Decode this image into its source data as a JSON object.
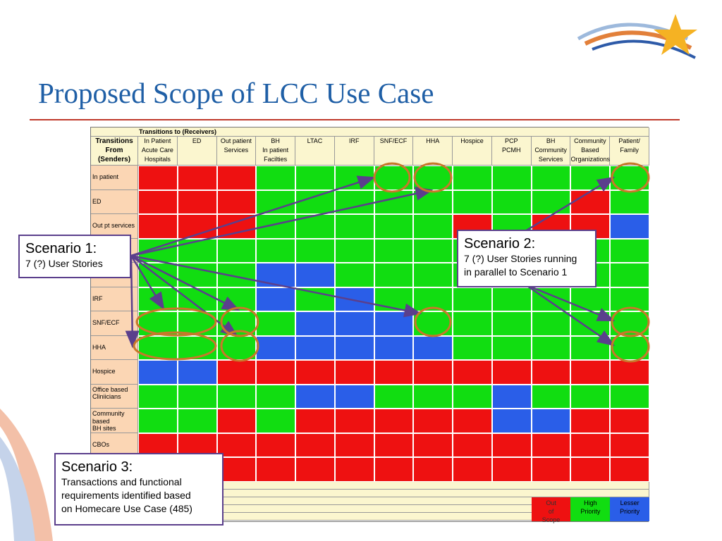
{
  "title": "Proposed Scope of LCC Use Case",
  "table": {
    "super_header": "Transitions to (Receivers)",
    "corner": [
      "Transitions",
      "From",
      "(Senders)"
    ],
    "columns": [
      [
        "In Patient",
        "Acute Care",
        "Hospitals"
      ],
      [
        "ED",
        "",
        ""
      ],
      [
        "Out patient",
        "Services",
        ""
      ],
      [
        "BH",
        "In patient",
        "Facilties"
      ],
      [
        "LTAC",
        "",
        ""
      ],
      [
        "IRF",
        "",
        ""
      ],
      [
        "SNF/ECF",
        "",
        ""
      ],
      [
        "HHA",
        "",
        ""
      ],
      [
        "Hospice",
        "",
        ""
      ],
      [
        "PCP",
        "PCMH",
        ""
      ],
      [
        "BH",
        "Community",
        "Services"
      ],
      [
        "Community",
        "Based",
        "Organizations"
      ],
      [
        "Patient/",
        "Family",
        ""
      ]
    ],
    "rows": [
      {
        "label": [
          "In patient"
        ],
        "cells": "RRRGGGGGGGGGG"
      },
      {
        "label": [
          "ED"
        ],
        "cells": "RRRGGGGGGGGRG"
      },
      {
        "label": [
          "Out pt services"
        ],
        "cells": "RRRGGGGGRGRRB"
      },
      {
        "label": [
          ""
        ],
        "cells": "GGGGGGGGGGGGG"
      },
      {
        "label": [
          ""
        ],
        "cells": "GGGBBGGGGGGGG"
      },
      {
        "label": [
          "IRF"
        ],
        "cells": "GGGBGBGGGGGGG"
      },
      {
        "label": [
          "SNF/ECF"
        ],
        "cells": "GGGGBBBGGGGGG"
      },
      {
        "label": [
          "HHA"
        ],
        "cells": "GGGBBBBBGGGGG"
      },
      {
        "label": [
          "Hospice"
        ],
        "cells": "BBRRRRRRRRRRR"
      },
      {
        "label": [
          "Office based",
          "Cliniicians"
        ],
        "cells": "GGGGBBGGGBGGG"
      },
      {
        "label": [
          "Community",
          "based",
          "BH sites"
        ],
        "cells": "GGRGRRRRRBBRR"
      },
      {
        "label": [
          "CBOs"
        ],
        "cells": "RRRRRRRRRRRRR"
      },
      {
        "label": [
          ""
        ],
        "cells": "RRRRRRRRRRRRR"
      }
    ],
    "legend": [
      {
        "lines": [
          "Out",
          "of",
          "Scope"
        ],
        "color": "#ee1111"
      },
      {
        "lines": [
          "High",
          "Priority"
        ],
        "color": "#11dd11"
      },
      {
        "lines": [
          "Lesser",
          "Priority"
        ],
        "color": "#2a5ee8"
      }
    ]
  },
  "colors": {
    "R": "#ee1111",
    "G": "#11dd11",
    "B": "#2a5ee8",
    "accent": "#5b3f8c",
    "circle": "#c8782a"
  },
  "callouts": {
    "s1": {
      "heading": "Scenario 1:",
      "body": "7 (?) User Stories"
    },
    "s2": {
      "heading": "Scenario 2:",
      "body1": "7 (?) User Stories running",
      "body2": "in parallel to Scenario 1"
    },
    "s3": {
      "heading": "Scenario 3:",
      "body1": "Transactions and functional",
      "body2": "requirements identified based",
      "body3": "on Homecare Use Case (485)"
    }
  }
}
